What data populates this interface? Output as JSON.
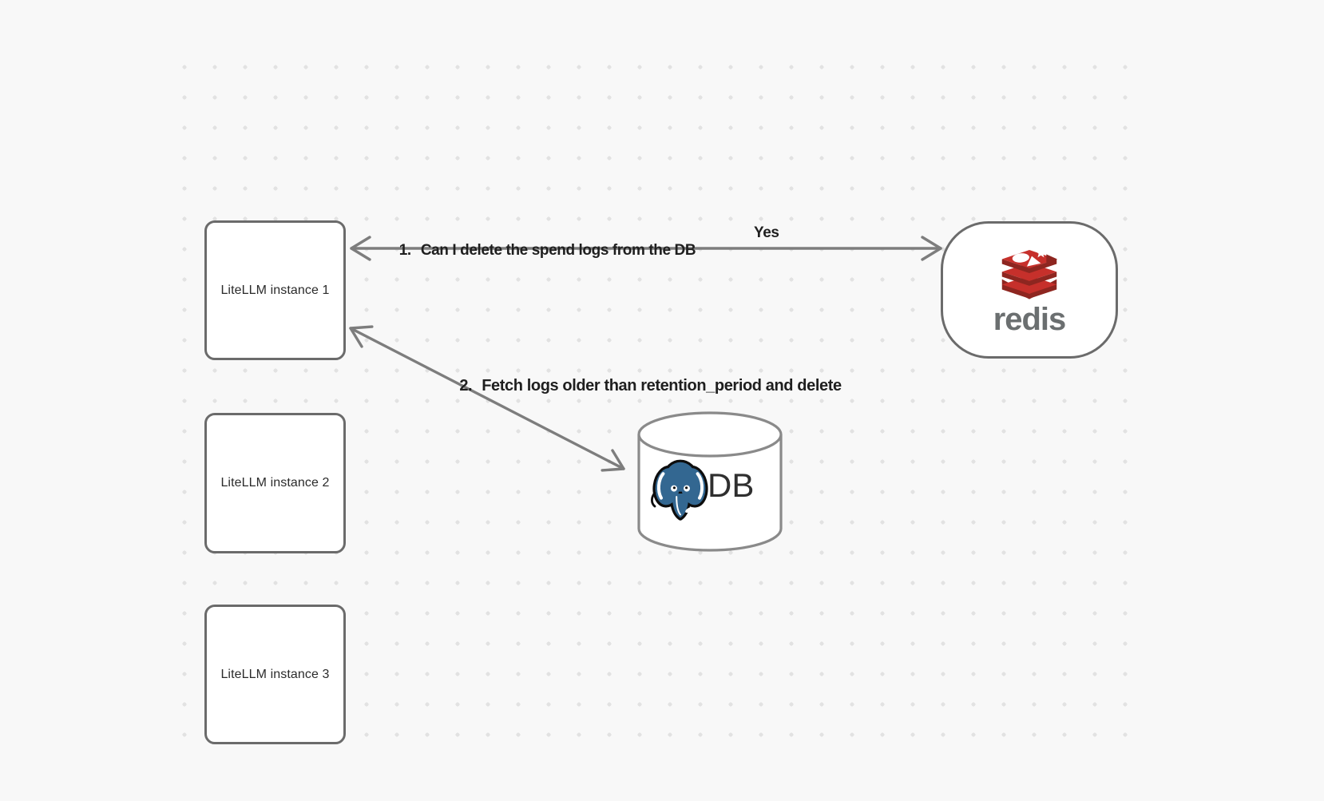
{
  "canvas": {
    "background_color": "#f8f8f8",
    "dot_color": "#e2e2e2",
    "shape_stroke_color": "#6b6b6b",
    "arrow_color": "#7d7d7d"
  },
  "nodes": {
    "instance1": {
      "label": "LiteLLM instance 1"
    },
    "instance2": {
      "label": "LiteLLM instance 2"
    },
    "instance3": {
      "label": "LiteLLM instance 3"
    },
    "redis": {
      "label": "redis",
      "icon": "redis-cube-icon",
      "logo_red": "#C6302B",
      "logo_dark_red": "#8E2620",
      "wordmark_color": "#6b6f70"
    },
    "db": {
      "label": "DB",
      "icon": "postgresql-elephant-icon",
      "elephant_blue": "#336791"
    }
  },
  "edges": {
    "redis_query": {
      "order": "1.",
      "label": "Can I delete the spend logs from the DB",
      "response": "Yes"
    },
    "db_fetch": {
      "order": "2.",
      "label": "Fetch logs older than retention_period and delete"
    }
  }
}
